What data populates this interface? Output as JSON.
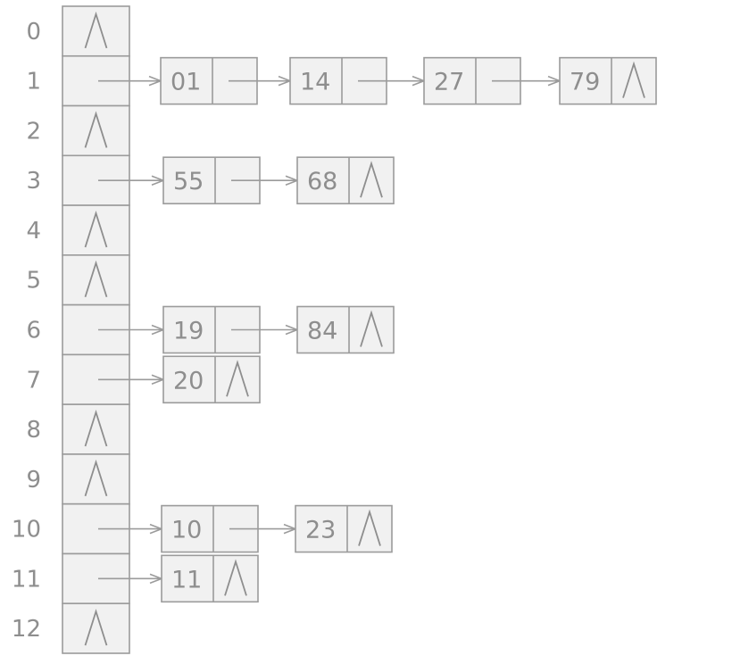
{
  "table": {
    "rows": [
      {
        "index": "0",
        "chain": []
      },
      {
        "index": "1",
        "chain": [
          "01",
          "14",
          "27",
          "79"
        ]
      },
      {
        "index": "2",
        "chain": []
      },
      {
        "index": "3",
        "chain": [
          "55",
          "68"
        ]
      },
      {
        "index": "4",
        "chain": []
      },
      {
        "index": "5",
        "chain": []
      },
      {
        "index": "6",
        "chain": [
          "19",
          "84"
        ]
      },
      {
        "index": "7",
        "chain": [
          "20"
        ]
      },
      {
        "index": "8",
        "chain": []
      },
      {
        "index": "9",
        "chain": []
      },
      {
        "index": "10",
        "chain": [
          "10",
          "23"
        ]
      },
      {
        "index": "11",
        "chain": [
          "11"
        ]
      },
      {
        "index": "12",
        "chain": []
      }
    ]
  },
  "null_symbol": "∧"
}
